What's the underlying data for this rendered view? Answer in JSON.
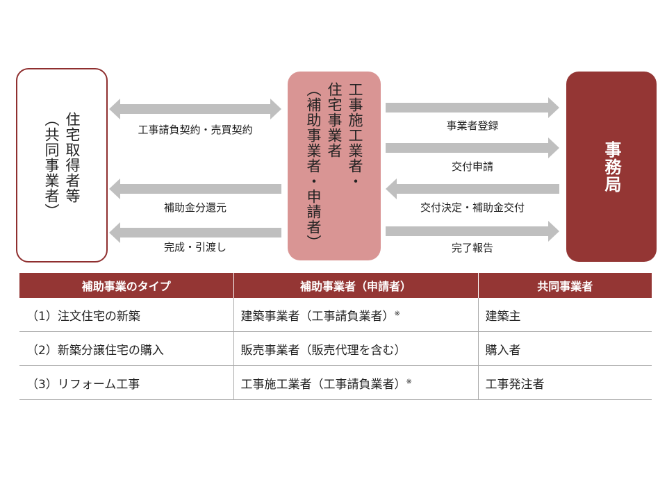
{
  "nodes": {
    "left": {
      "title": "住宅取得者等",
      "subtitle": "（共同事業者）"
    },
    "middle": {
      "line1": "工事施工業者・",
      "line2": "住宅事業者",
      "line3": "（補助事業者・申請者）"
    },
    "right": {
      "title": "事務局"
    }
  },
  "arrows": {
    "left_side": [
      {
        "label": "工事請負契約・売買契約",
        "direction": "both"
      },
      {
        "label": "補助金分還元",
        "direction": "left"
      },
      {
        "label": "完成・引渡し",
        "direction": "left"
      }
    ],
    "right_side": [
      {
        "label": "事業者登録",
        "direction": "right"
      },
      {
        "label": "交付申請",
        "direction": "right"
      },
      {
        "label": "交付決定・補助金交付",
        "direction": "left"
      },
      {
        "label": "完了報告",
        "direction": "right"
      }
    ]
  },
  "table": {
    "headers": [
      "補助事業のタイプ",
      "補助事業者（申請者）",
      "共同事業者"
    ],
    "rows": [
      {
        "type": "（1）注文住宅の新築",
        "applicant": "建築事業者（工事請負業者）",
        "note": "※",
        "partner": "建築主"
      },
      {
        "type": "（2）新築分譲住宅の購入",
        "applicant": "販売事業者（販売代理を含む）",
        "note": "",
        "partner": "購入者"
      },
      {
        "type": "（3）リフォーム工事",
        "applicant": "工事施工業者（工事請負業者）",
        "note": "※",
        "partner": "工事発注者"
      }
    ]
  },
  "colors": {
    "dark_red": "#943634",
    "pink": "#d99594",
    "arrow_gray": "#bfbfbf"
  }
}
